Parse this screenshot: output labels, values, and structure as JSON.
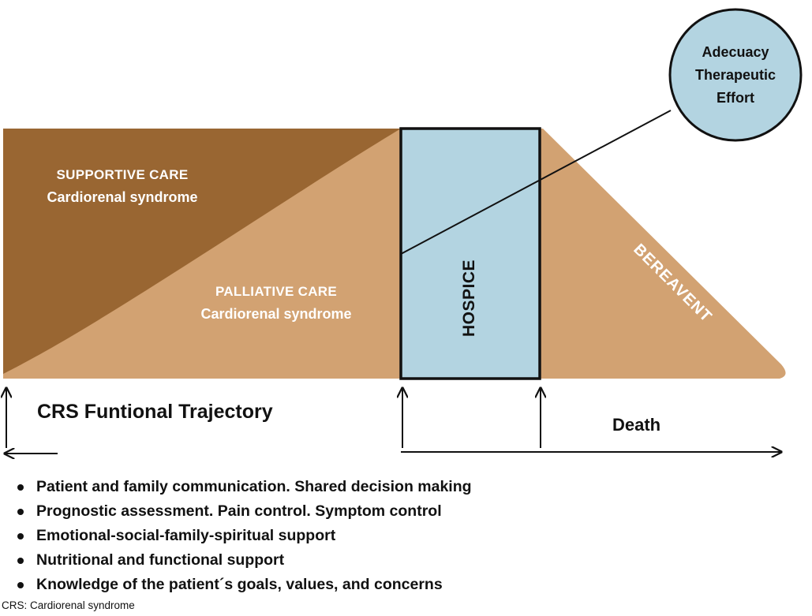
{
  "colors": {
    "supportive": "#996632",
    "palliative": "#d2a272",
    "hospice": "#b3d4e1",
    "outline": "#111111"
  },
  "regions": {
    "supportive": {
      "title": "SUPPORTIVE CARE",
      "subtitle": "Cardiorenal syndrome"
    },
    "palliative": {
      "title": "PALLIATIVE CARE",
      "subtitle": "Cardiorenal syndrome"
    },
    "hospice": "HOSPICE",
    "bereavent": "BEREAVENT"
  },
  "circle": {
    "lines": [
      "Adecuacy",
      "Therapeutic",
      "Effort"
    ]
  },
  "timeline": {
    "trajectory_label": "CRS Funtional Trajectory",
    "death_label": "Death"
  },
  "bullets": [
    "Patient and family communication. Shared decision making",
    "Prognostic assessment. Pain control. Symptom control",
    "Emotional-social-family-spiritual support",
    "Nutritional and functional support",
    "Knowledge of the patient´s goals, values, and concerns"
  ],
  "footnote": "CRS: Cardiorenal syndrome"
}
